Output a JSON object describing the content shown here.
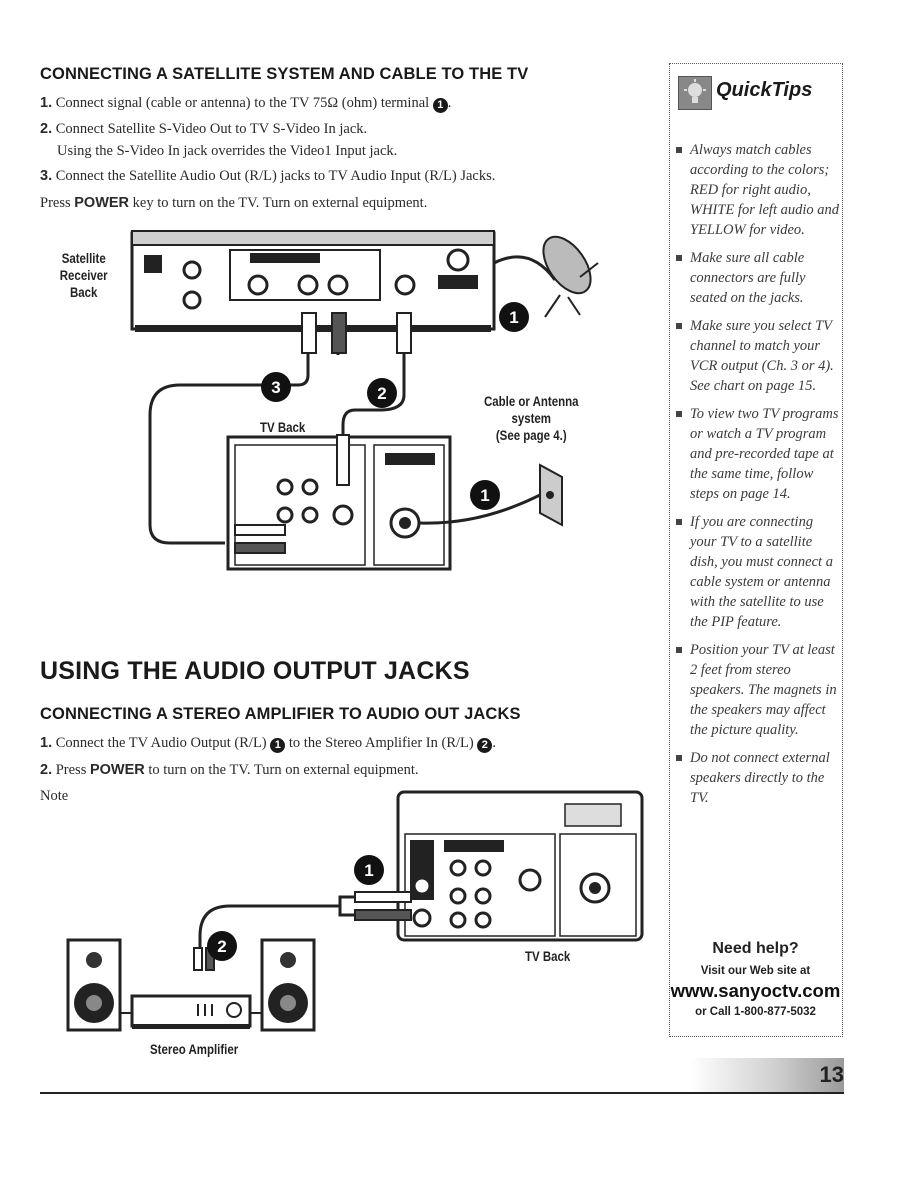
{
  "section1": {
    "heading": "CONNECTING A SATELLITE SYSTEM AND CABLE TO THE TV",
    "steps": [
      {
        "num": "1.",
        "text": "Connect signal (cable or antenna) to the TV 75Ω (ohm) terminal",
        "badge": "1",
        "after": "."
      },
      {
        "num": "2.",
        "text": "Connect Satellite S-Video Out to TV S-Video In jack.",
        "line2": "Using the S-Video In jack overrides the Video1 Input jack."
      },
      {
        "num": "3.",
        "text": "Connect the Satellite Audio Out (R/L) jacks to TV Audio Input (R/L) Jacks."
      }
    ],
    "press_prefix": "Press",
    "press_key": "POWER",
    "press_suffix": "key to turn on the TV. Turn on external equipment."
  },
  "diagram1": {
    "satellite_label": [
      "Satellite",
      "Receiver",
      "Back"
    ],
    "tv_back_label": "TV Back",
    "cable_label": [
      "Cable or Antenna",
      "system",
      "(See page 4.)"
    ],
    "badges": [
      "1",
      "2",
      "3",
      "1"
    ]
  },
  "section2": {
    "heading": "USING THE AUDIO OUTPUT JACKS",
    "subheading": "CONNECTING A STEREO AMPLIFIER TO AUDIO OUT JACKS",
    "steps": [
      {
        "num": "1.",
        "text": "Connect the TV Audio Output (R/L)",
        "badge1": "1",
        "mid": "to the Stereo Amplifier In (R/L)",
        "badge2": "2",
        "after": "."
      },
      {
        "num": "2.",
        "prefix": "Press",
        "key": "POWER",
        "text": "to turn on the TV. Turn on external equipment."
      }
    ],
    "note": "Note"
  },
  "diagram2": {
    "tv_back_label": "TV Back",
    "amplifier_label": "Stereo Amplifier",
    "badges": [
      "1",
      "2"
    ]
  },
  "sidebar": {
    "title": "QuickTips",
    "tips": [
      "Always match cables according to the colors; RED for right audio, WHITE for left audio and YELLOW for video.",
      "Make sure all cable connectors are fully seated on the jacks.",
      "Make sure you select TV channel to match your VCR output (Ch. 3 or 4). See chart on page 15.",
      "To view two TV programs or watch a TV program and pre-recorded tape at the same time, follow steps on page 14.",
      "If you are connecting your TV to a satellite dish, you must connect a cable system or antenna with the satellite to use the PIP feature.",
      "Position your TV at least 2 feet from stereo speakers. The magnets in the speakers may affect the picture quality.",
      "Do not connect external speakers directly to the TV."
    ],
    "help_title": "Need help?",
    "help_web_label": "Visit our Web site at",
    "help_url": "www.sanyoctv.com",
    "help_phone": "or Call 1-800-877-5032"
  },
  "footer": {
    "page_number": "13"
  }
}
